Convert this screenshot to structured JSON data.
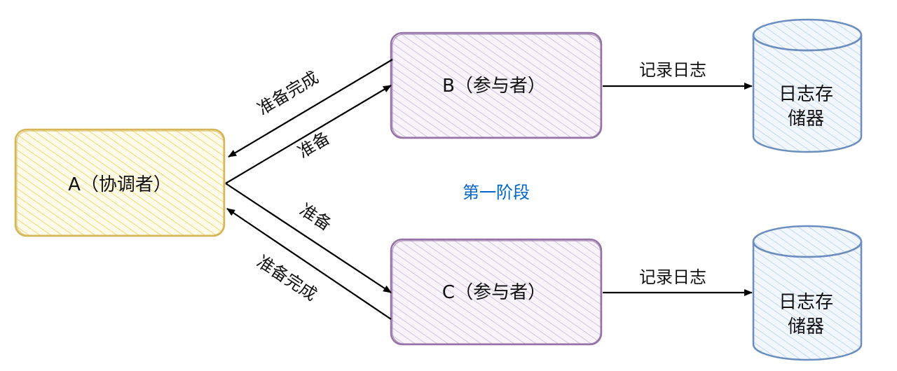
{
  "diagram": {
    "phase_title": "第一阶段",
    "nodes": {
      "coordinator": {
        "label": "A（协调者）"
      },
      "participant_b": {
        "label": "B（参与者）"
      },
      "participant_c": {
        "label": "C（参与者）"
      },
      "storage_b": {
        "line1": "日志存",
        "line2": "储器"
      },
      "storage_c": {
        "line1": "日志存",
        "line2": "储器"
      }
    },
    "edges": {
      "a_to_b": "准备",
      "b_to_a": "准备完成",
      "a_to_c": "准备",
      "c_to_a": "准备完成",
      "b_to_storage": "记录日志",
      "c_to_storage": "记录日志"
    }
  },
  "colors": {
    "coordinator_stroke": "#d6b656",
    "coordinator_fill": "#fff2cc",
    "participant_stroke": "#9673a6",
    "participant_fill": "#e1d5e7",
    "storage_stroke": "#6c8ebf",
    "storage_fill": "#dae8fc",
    "phase_text": "#0066cc",
    "arrow": "#000000"
  }
}
